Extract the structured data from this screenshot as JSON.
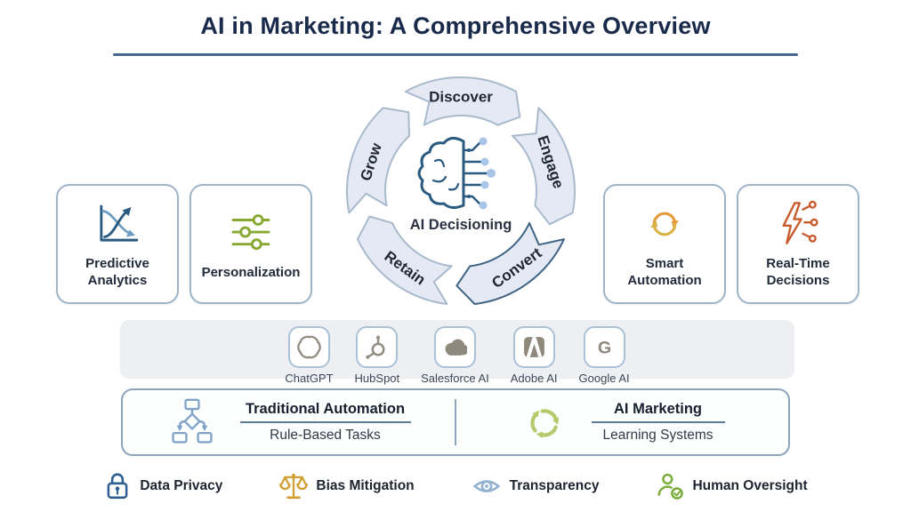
{
  "title": "AI in Marketing: A Comprehensive Overview",
  "cycle": {
    "center_label": "AI Decisioning",
    "center_icon": "brain-circuit-icon",
    "segments": [
      {
        "label": "Discover",
        "angle": -90,
        "emphasis": false
      },
      {
        "label": "Engage",
        "angle": -18,
        "emphasis": false
      },
      {
        "label": "Convert",
        "angle": 54,
        "emphasis": true
      },
      {
        "label": "Retain",
        "angle": 126,
        "emphasis": false
      },
      {
        "label": "Grow",
        "angle": 198,
        "emphasis": false
      }
    ]
  },
  "capability_cards": [
    {
      "label": "Predictive Analytics",
      "icon": "trend-curves-icon"
    },
    {
      "label": "Personalization",
      "icon": "sliders-icon"
    },
    {
      "label": "Smart Automation",
      "icon": "sync-arrows-icon"
    },
    {
      "label": "Real-Time Decisions",
      "icon": "lightning-network-icon"
    }
  ],
  "tools": [
    {
      "label": "ChatGPT",
      "icon": "openai-logo-icon"
    },
    {
      "label": "HubSpot",
      "icon": "hubspot-logo-icon"
    },
    {
      "label": "Salesforce AI",
      "icon": "salesforce-cloud-icon"
    },
    {
      "label": "Adobe AI",
      "icon": "adobe-logo-icon"
    },
    {
      "label": "Google AI",
      "icon": "google-g-icon"
    }
  ],
  "comparison": {
    "left": {
      "title": "Traditional Automation",
      "subtitle": "Rule-Based Tasks",
      "icon": "flowchart-icon"
    },
    "right": {
      "title": "AI Marketing",
      "subtitle": "Learning Systems",
      "icon": "recycle-arrows-icon"
    }
  },
  "principles": [
    {
      "label": "Data Privacy",
      "icon": "lock-icon"
    },
    {
      "label": "Bias Mitigation",
      "icon": "scales-icon"
    },
    {
      "label": "Transparency",
      "icon": "eye-icon"
    },
    {
      "label": "Human Oversight",
      "icon": "person-check-icon"
    }
  ],
  "colors": {
    "title_text": "#1a2a4a",
    "title_rule": "#44688c",
    "ring_fill": "#e4e9f3",
    "ring_stroke": "#a9bacd",
    "ring_stroke_emphasis": "#3f6484",
    "card_border": "#9db4c9",
    "navy": "#2b5a80",
    "light_blue": "#6d9cc3",
    "node_blue": "#a8c4e6",
    "green": "#88a832",
    "orange": "#e5993a",
    "gold": "#d8b245",
    "red_orange": "#c85a2c",
    "tools_bar_bg": "#edeff3",
    "tool_gray": "#938d82",
    "flowchart_blue": "#7fa3c8",
    "recycle_green": "#b5c96a",
    "lock_blue": "#2e5f92",
    "scales_gold": "#d1a033",
    "eye_blue": "#92b2cf",
    "person_green": "#7cae3f"
  }
}
